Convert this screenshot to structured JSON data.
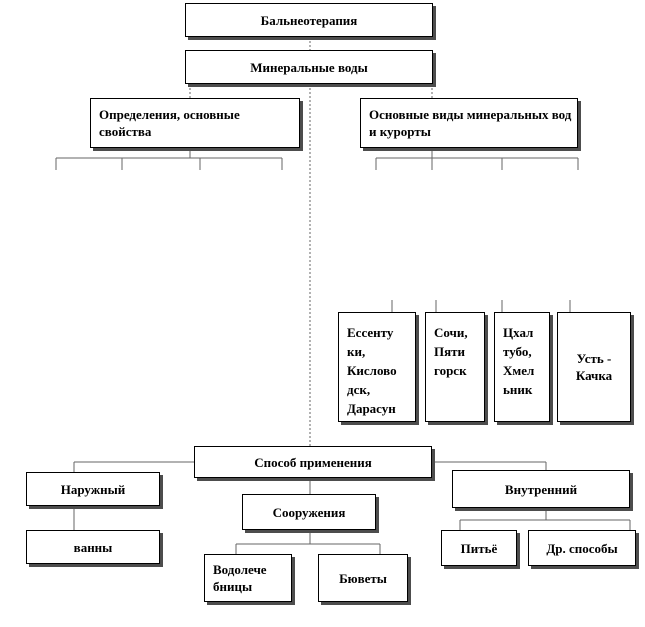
{
  "diagram": {
    "root": "Бальнеотерапия",
    "waters": "Минеральные воды",
    "definitions": "Определения, основные свойства",
    "types": "Основные виды минеральных вод и курорты",
    "resorts": [
      "Ессенту\nки,\nКисловo\nдск,\nДарасун",
      "Сочи,\nПяти\nгорск",
      "Цхал\nтубо,\nХмел\nьник",
      "Усть -\nКачка"
    ],
    "application": "Способ применения",
    "external": "Наружный",
    "baths": "ванны",
    "facilities": "Сооружения",
    "hydropathic": "Водолече\nбницы",
    "buvettes": "Бюветы",
    "internal": "Внутренний",
    "drinking": "Питьё",
    "other_methods": "Др. способы"
  },
  "colors": {
    "border": "#000000",
    "shadow": "#4d4d4d",
    "connector": "#666666"
  }
}
